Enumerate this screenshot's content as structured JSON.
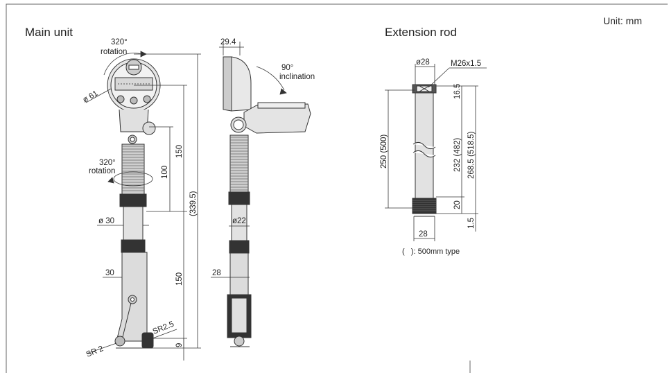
{
  "unit_label": "Unit: mm",
  "main_unit": {
    "title": "Main unit",
    "rotation_top": {
      "angle": "320°",
      "word": "rotation"
    },
    "rotation_mid": {
      "angle": "320°",
      "word": "rotation"
    },
    "dial_diameter": "ø 61",
    "dim_150_upper": "150",
    "dim_100": "100",
    "dim_total": "(339.5)",
    "dim_dia30": "ø 30",
    "dim_150_lower": "150",
    "dim_30": "30",
    "dim_9": "9",
    "sr2": "SR 2",
    "sr2_5": "SR2.5"
  },
  "side_view": {
    "dim_29_4": "29.4",
    "inclination": {
      "angle": "90°",
      "word": "inclination"
    },
    "dim_dia22": "ø22",
    "dim_28": "28"
  },
  "extension_rod": {
    "title": "Extension rod",
    "dim_dia28": "ø28",
    "thread": "M26x1.5",
    "dim_16_5": "16.5",
    "dim_250": "250 (500)",
    "dim_232": "232 (482)",
    "dim_268_5": "268.5 (518.5)",
    "dim_20": "20",
    "dim_1_5": "1.5",
    "dim_28": "28",
    "note": "(   ): 500mm type"
  }
}
